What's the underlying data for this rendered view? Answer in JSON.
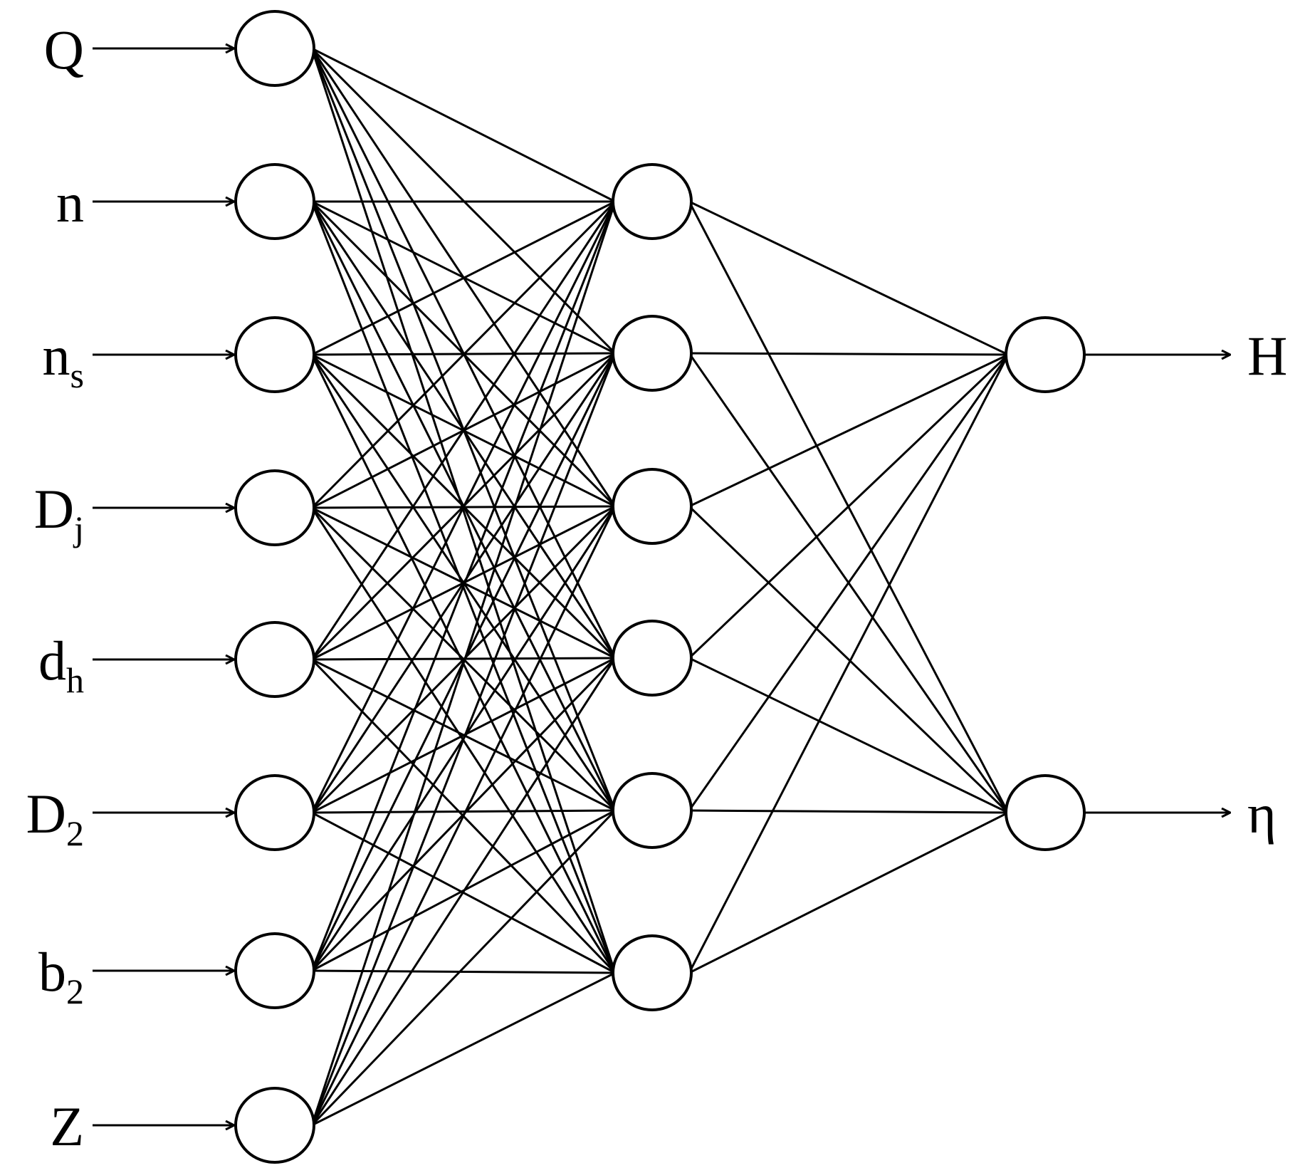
{
  "inputs": [
    {
      "base": "Q",
      "sub": ""
    },
    {
      "base": "n",
      "sub": ""
    },
    {
      "base": "n",
      "sub": "s"
    },
    {
      "base": "D",
      "sub": "j"
    },
    {
      "base": "d",
      "sub": "h"
    },
    {
      "base": "D",
      "sub": "2"
    },
    {
      "base": "b",
      "sub": "2"
    },
    {
      "base": "Z",
      "sub": ""
    }
  ],
  "hidden_count": 6,
  "outputs": [
    {
      "label": "H"
    },
    {
      "label": "η"
    }
  ],
  "colors": {
    "stroke": "#000000",
    "background": "#ffffff"
  }
}
